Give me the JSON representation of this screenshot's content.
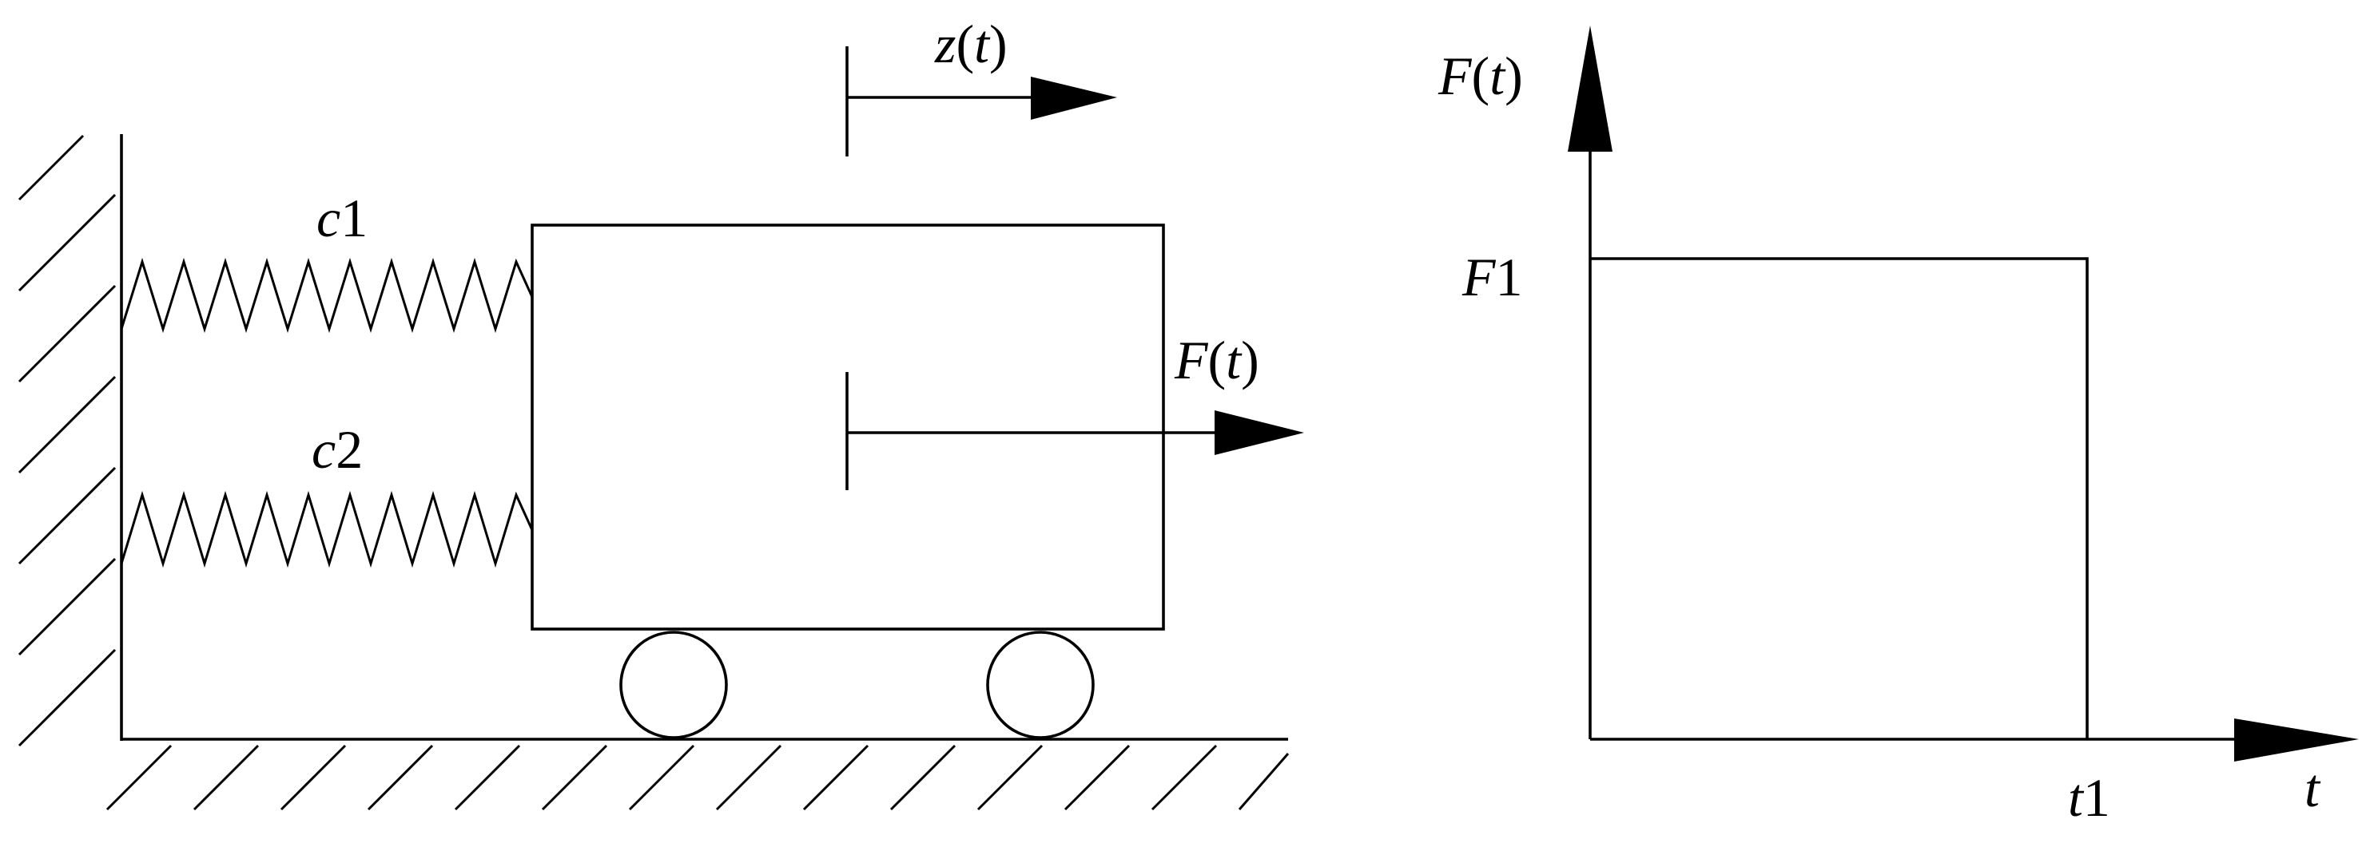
{
  "labels": {
    "spring_top": {
      "var": "c",
      "idx": "1"
    },
    "spring_bottom": {
      "var": "c",
      "idx": "2"
    },
    "displacement": {
      "fn": "z",
      "open": "(",
      "arg": "t",
      "close": ")"
    },
    "force": {
      "fn": "F",
      "open": "(",
      "arg": "t",
      "close": ")"
    },
    "plot_y_axis": {
      "fn": "F",
      "open": "(",
      "arg": "t",
      "close": ")"
    },
    "plot_level": {
      "var": "F",
      "idx": "1"
    },
    "plot_t_end": {
      "var": "t",
      "idx": "1"
    },
    "plot_x_axis": "t"
  },
  "colors": {
    "ink": "#000000",
    "background": "#ffffff"
  },
  "force_plot": {
    "shape": "rectangular pulse",
    "level_label": "F1",
    "end_label": "t1"
  }
}
